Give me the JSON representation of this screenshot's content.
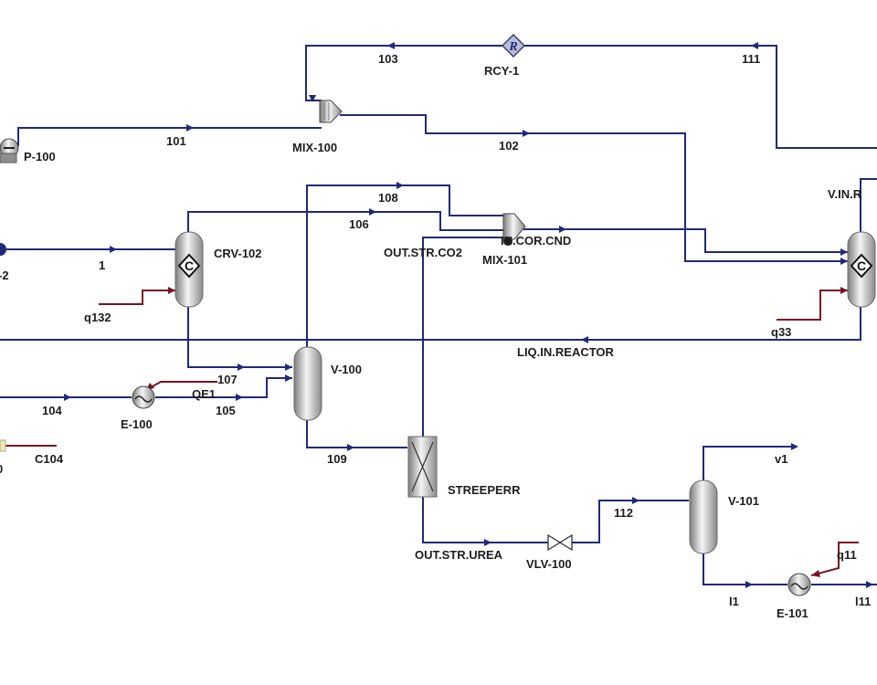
{
  "units": {
    "rcy1": "RCY-1",
    "p100": "P-100",
    "mix100": "MIX-100",
    "mix101": "MIX-101",
    "crv102": "CRV-102",
    "vinr": "V.IN.R",
    "v100": "V-100",
    "e100": "E-100",
    "streeperr": "STREEPERR",
    "vlv100": "VLV-100",
    "v101": "V-101",
    "e101": "E-101",
    "left_unit": "-2",
    "left_unit_b": "0",
    "rcy_symbol": "R"
  },
  "streams": {
    "s103": "103",
    "s111": "111",
    "s101": "101",
    "s102": "102",
    "s108": "108",
    "s106": "106",
    "s1": "1",
    "s107": "107",
    "s105": "105",
    "s104": "104",
    "s109": "109",
    "s112": "112",
    "v1": "v1",
    "l1": "l1",
    "l11": "l11",
    "c104": "C104",
    "out_str_co2": "OUT.STR.CO2",
    "in_cor_cnd": "IN.COR.CND",
    "liq_in_reactor": "LIQ.IN.REACTOR",
    "out_str_urea": "OUT.STR.UREA"
  },
  "energy_streams": {
    "q132": "q132",
    "q33": "q33",
    "qe1": "QE1",
    "q11": "q11"
  },
  "colors": {
    "material_stream": "#1f2a78",
    "energy_stream": "#7a1025"
  }
}
